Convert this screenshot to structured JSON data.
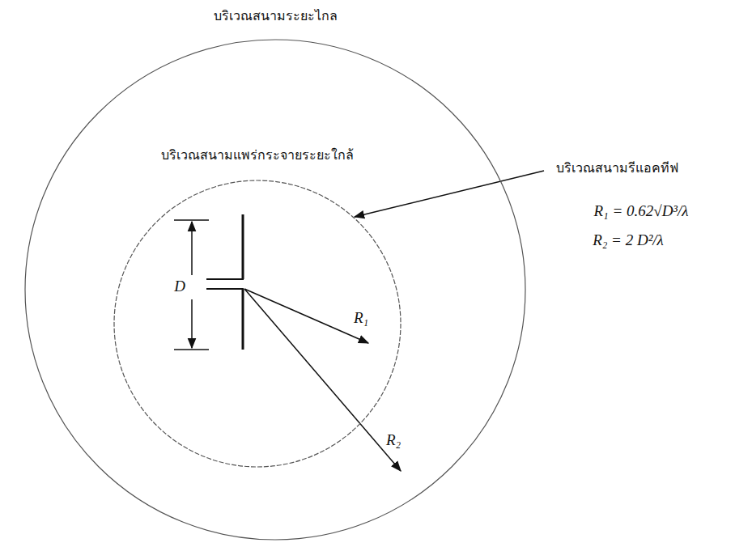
{
  "diagram": {
    "nodes": [
      {
        "text": [
          "บริเวณสนามระยะไกล"
        ]
      },
      {
        "text": [
          "บริเวณสนามแพร่กระจายระยะใกล้"
        ],
        "in": 0
      }
    ],
    "labels": [
      "บริเวณสนามรีแอคทีฟ",
      "R₁ = 0.62√D³/λ",
      "R₂ = 2 D²/λ",
      "D",
      "R₁",
      "R₂"
    ]
  }
}
